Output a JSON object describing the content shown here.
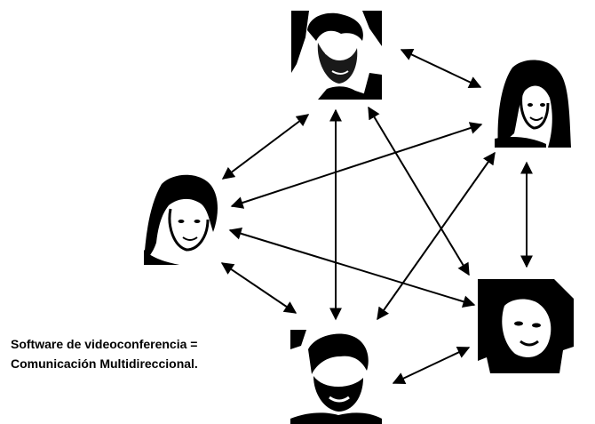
{
  "caption": {
    "line1": "Software de videoconferencia =",
    "line2": "Comunicación Multidireccional."
  },
  "participants": [
    {
      "id": "man-top",
      "icon": "man-portrait-icon"
    },
    {
      "id": "woman-top-right",
      "icon": "woman-portrait-icon"
    },
    {
      "id": "woman-left",
      "icon": "woman-portrait-icon"
    },
    {
      "id": "woman-bottom-right",
      "icon": "woman-portrait-icon"
    },
    {
      "id": "man-bottom",
      "icon": "man-portrait-icon"
    }
  ],
  "connections": [
    [
      "man-top",
      "woman-top-right"
    ],
    [
      "man-top",
      "woman-left"
    ],
    [
      "man-top",
      "man-bottom"
    ],
    [
      "man-top",
      "woman-bottom-right"
    ],
    [
      "woman-top-right",
      "woman-left"
    ],
    [
      "woman-top-right",
      "man-bottom"
    ],
    [
      "woman-top-right",
      "woman-bottom-right"
    ],
    [
      "woman-left",
      "man-bottom"
    ],
    [
      "woman-left",
      "woman-bottom-right"
    ],
    [
      "man-bottom",
      "woman-bottom-right"
    ]
  ],
  "colors": {
    "ink": "#000000",
    "paper": "#ffffff"
  }
}
